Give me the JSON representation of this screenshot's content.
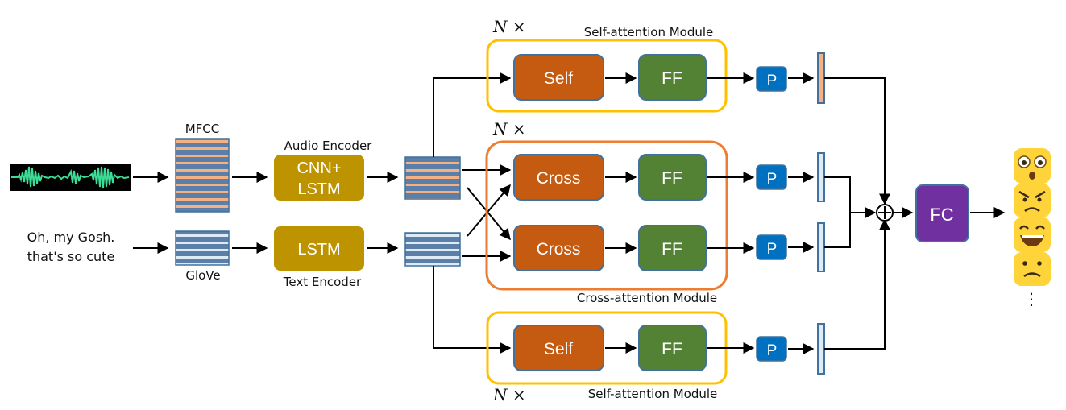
{
  "inputs": {
    "text_line1": "Oh, my Gosh.",
    "text_line2": "that's so cute"
  },
  "features": {
    "mfcc": "MFCC",
    "glove": "GloVe"
  },
  "encoders": {
    "audio_title": "Audio Encoder",
    "audio_block_line1": "CNN+",
    "audio_block_line2": "LSTM",
    "text_title": "Text Encoder",
    "text_block": "LSTM"
  },
  "modules": {
    "repeat_label": "N ×",
    "self_top_title": "Self-attention Module",
    "cross_title": "Cross-attention Module",
    "self_bottom_title": "Self-attention Module",
    "self_label": "Self",
    "cross_label": "Cross",
    "ff_label": "FF",
    "pool_label": "P"
  },
  "fusion": {
    "fc_label": "FC",
    "plus_symbol": "+",
    "ellipsis": "⋮"
  },
  "outputs": {
    "emotions": [
      "surprised-face-icon",
      "angry-face-icon",
      "happy-face-icon",
      "sad-face-icon"
    ]
  },
  "colors": {
    "encoder_block": "#BE9300",
    "attention_block": "#C55A11",
    "ff_block": "#548235",
    "pool_block": "#0070C0",
    "fc_block": "#7030A0",
    "block_border": "#41719C",
    "self_module_border": "#FFC000",
    "cross_module_border": "#ED7D31",
    "audio_feature_stripe": "#F4B183",
    "text_feature_stripe": "#BDD7EE",
    "waveform_bg": "#000000",
    "waveform": "#3DDC97",
    "emoji": "#FFD43B"
  }
}
